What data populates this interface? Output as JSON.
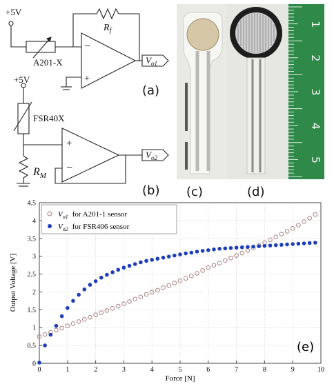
{
  "circuit_a": {
    "supply": "+5V",
    "sensor": "A201-X",
    "feedback_R": "R",
    "feedback_sub": "f",
    "opamp_minus": "−",
    "opamp_plus": "+",
    "output_V": "V",
    "output_sub": "o1",
    "panel": "(a)"
  },
  "circuit_b": {
    "supply": "+5V",
    "sensor": "FSR40X",
    "R": "R",
    "R_sub": "M",
    "opamp_plus": "+",
    "opamp_minus": "−",
    "output_V": "V",
    "output_sub": "o2",
    "panel": "(b)"
  },
  "photos": {
    "panel_c": "(c)",
    "panel_d": "(d)",
    "ruler_digits": [
      "1",
      "2",
      "3",
      "4",
      "5"
    ]
  },
  "chart_data": {
    "type": "scatter",
    "panel": "(e)",
    "xlabel": "Force [N]",
    "ylabel": "Output Voltage [V]",
    "xlim": [
      0,
      10
    ],
    "ylim": [
      0,
      4.5
    ],
    "xticks": [
      0,
      1,
      2,
      3,
      4,
      5,
      6,
      7,
      8,
      9,
      10
    ],
    "yticks": [
      0,
      0.5,
      1,
      1.5,
      2,
      2.5,
      3,
      3.5,
      4,
      4.5
    ],
    "legend": "top-left",
    "series": [
      {
        "name": "for A201-1 sensor",
        "legend_symbol": "V",
        "legend_sub": "o1",
        "marker": "open-circle",
        "color": "#b08a8a",
        "x": [
          0,
          0.2,
          0.4,
          0.6,
          0.8,
          1.0,
          1.2,
          1.4,
          1.6,
          1.8,
          2.0,
          2.2,
          2.4,
          2.6,
          2.8,
          3.0,
          3.2,
          3.4,
          3.6,
          3.8,
          4.0,
          4.2,
          4.4,
          4.6,
          4.8,
          5.0,
          5.2,
          5.4,
          5.6,
          5.8,
          6.0,
          6.2,
          6.4,
          6.6,
          6.8,
          7.0,
          7.2,
          7.4,
          7.6,
          7.8,
          8.0,
          8.2,
          8.4,
          8.6,
          8.8,
          9.0,
          9.2,
          9.4,
          9.6,
          9.8
        ],
        "y": [
          0.75,
          0.81,
          0.87,
          0.93,
          0.99,
          1.05,
          1.11,
          1.17,
          1.23,
          1.29,
          1.36,
          1.42,
          1.48,
          1.54,
          1.6,
          1.67,
          1.73,
          1.8,
          1.86,
          1.93,
          1.99,
          2.05,
          2.12,
          2.18,
          2.25,
          2.31,
          2.38,
          2.45,
          2.52,
          2.6,
          2.68,
          2.75,
          2.81,
          2.88,
          2.95,
          3.02,
          3.09,
          3.16,
          3.23,
          3.3,
          3.38,
          3.46,
          3.54,
          3.62,
          3.7,
          3.78,
          3.87,
          3.97,
          4.07,
          4.17
        ]
      },
      {
        "name": "for FSR406 sensor",
        "legend_symbol": "V",
        "legend_sub": "o2",
        "marker": "filled-circle",
        "color": "#1c3fb8",
        "x": [
          0,
          0.2,
          0.4,
          0.6,
          0.8,
          1.0,
          1.2,
          1.4,
          1.6,
          1.8,
          2.0,
          2.2,
          2.4,
          2.6,
          2.8,
          3.0,
          3.2,
          3.4,
          3.6,
          3.8,
          4.0,
          4.2,
          4.4,
          4.6,
          4.8,
          5.0,
          5.2,
          5.4,
          5.6,
          5.8,
          6.0,
          6.2,
          6.4,
          6.6,
          6.8,
          7.0,
          7.2,
          7.4,
          7.6,
          7.8,
          8.0,
          8.2,
          8.4,
          8.6,
          8.8,
          9.0,
          9.2,
          9.4,
          9.6,
          9.8
        ],
        "y": [
          0.02,
          0.5,
          0.8,
          1.05,
          1.32,
          1.55,
          1.75,
          1.92,
          2.07,
          2.2,
          2.3,
          2.4,
          2.48,
          2.55,
          2.62,
          2.68,
          2.73,
          2.78,
          2.83,
          2.87,
          2.9,
          2.93,
          2.96,
          2.99,
          3.02,
          3.05,
          3.08,
          3.1,
          3.13,
          3.15,
          3.17,
          3.19,
          3.21,
          3.22,
          3.23,
          3.24,
          3.25,
          3.26,
          3.27,
          3.28,
          3.29,
          3.3,
          3.31,
          3.32,
          3.33,
          3.34,
          3.35,
          3.36,
          3.37,
          3.38
        ]
      }
    ]
  }
}
